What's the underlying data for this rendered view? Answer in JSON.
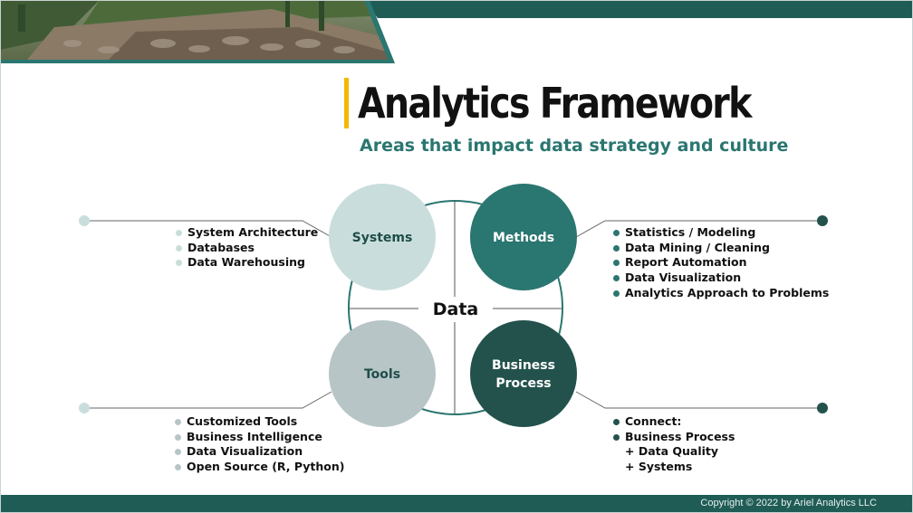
{
  "slide": {
    "title": "Analytics Framework",
    "subtitle": "Areas that impact data strategy and culture",
    "copyright": "Copyright © 2022 by Ariel Analytics LLC",
    "header_image": "rock-retaining-wall-photo"
  },
  "colors": {
    "accent_bar": "#f5b700",
    "dark_teal": "#1f5c55",
    "teal": "#2a7670",
    "systems_fill": "#c9dedc",
    "tools_fill": "#b7c5c7",
    "methods_fill": "#2a7670",
    "business_fill": "#23524c"
  },
  "diagram": {
    "center": "Data",
    "quadrants": [
      {
        "name": "Systems",
        "items": [
          "System Architecture",
          "Databases",
          "Data Warehousing"
        ]
      },
      {
        "name": "Methods",
        "items": [
          "Statistics / Modeling",
          "Data Mining / Cleaning",
          "Report Automation",
          "Data Visualization",
          "Analytics Approach to Problems"
        ]
      },
      {
        "name": "Tools",
        "items": [
          "Customized Tools",
          "Business Intelligence",
          "Data Visualization",
          "Open Source (R, Python)"
        ]
      },
      {
        "name_lines": [
          "Business",
          "Process"
        ],
        "items": [
          "Connect:",
          "Business Process",
          "+ Data Quality",
          "+ Systems"
        ]
      }
    ]
  }
}
